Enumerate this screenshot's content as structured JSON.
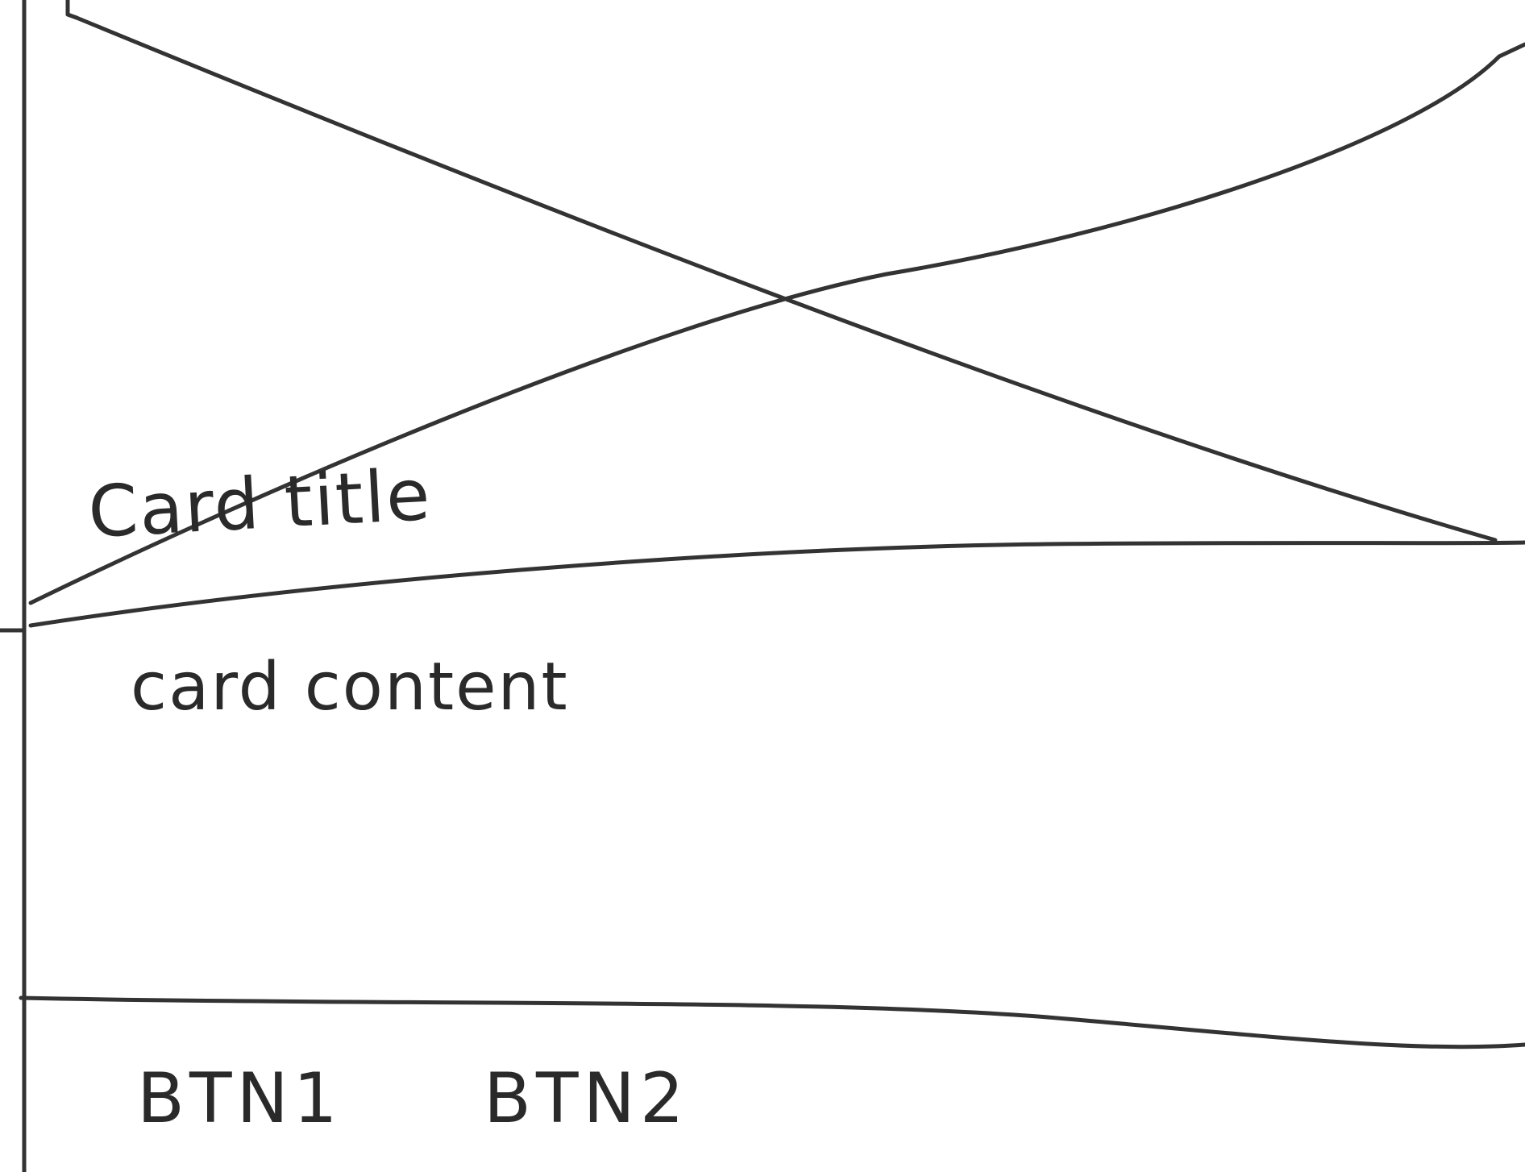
{
  "card": {
    "title": "Card title",
    "content": "card content",
    "actions": {
      "button_1": "BTN1",
      "button_2": "BTN2"
    }
  }
}
